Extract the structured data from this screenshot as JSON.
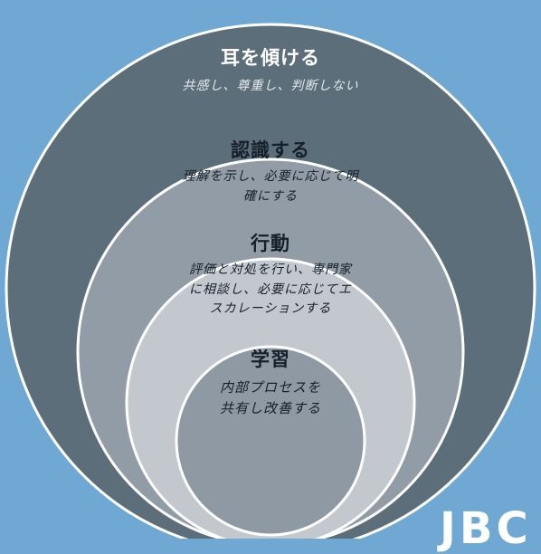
{
  "layers": [
    {
      "title": "耳を傾ける",
      "description": "共感し、尊重し、判断しない",
      "fill": "#5d6e7b",
      "title_color": "#ffffff",
      "desc_color": "#e4e8ec"
    },
    {
      "title": "認識する",
      "description_lines": [
        "理解を示し、必要に応じて明",
        "確にする"
      ],
      "fill": "#919ca6",
      "title_color": "#16202a",
      "desc_color": "#16202a"
    },
    {
      "title": "行動",
      "description_lines": [
        "評価と対処を行い、専門家",
        "に相談し、必要に応じてエ",
        "スカレーションする"
      ],
      "fill": "#c2c8cd",
      "title_color": "#16202a",
      "desc_color": "#16202a"
    },
    {
      "title": "学習",
      "description_lines": [
        "内部プロセスを",
        "共有し改善する"
      ],
      "fill": "#8e99a4",
      "title_color": "#16202a",
      "desc_color": "#16202a"
    }
  ],
  "background": "#6fa9d3",
  "ring_stroke": "#ffffff",
  "logo_text": "JBC"
}
